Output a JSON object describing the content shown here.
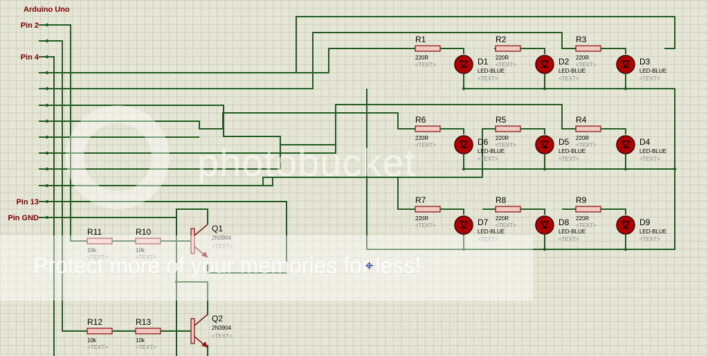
{
  "board": {
    "title": "Arduino Uno",
    "pins": [
      {
        "label": "Pin 2"
      },
      {
        "label": "Pin 4"
      },
      {
        "label": "Pin 13"
      },
      {
        "label": "Pin GND"
      }
    ]
  },
  "resistors": [
    {
      "ref": "R1",
      "value": "220R",
      "text": "<TEXT>"
    },
    {
      "ref": "R2",
      "value": "220R",
      "text": "<TEXT>"
    },
    {
      "ref": "R3",
      "value": "220R",
      "text": "<TEXT>"
    },
    {
      "ref": "R6",
      "value": "220R",
      "text": "<TEXT>"
    },
    {
      "ref": "R5",
      "value": "220R",
      "text": "<TEXT>"
    },
    {
      "ref": "R4",
      "value": "220R",
      "text": "<TEXT>"
    },
    {
      "ref": "R7",
      "value": "220R",
      "text": "<TEXT>"
    },
    {
      "ref": "R8",
      "value": "220R",
      "text": "<TEXT>"
    },
    {
      "ref": "R9",
      "value": "220R",
      "text": "<TEXT>"
    },
    {
      "ref": "R11",
      "value": "10k",
      "text": "<TEXT>"
    },
    {
      "ref": "R10",
      "value": "10k",
      "text": "<TEXT>"
    },
    {
      "ref": "R12",
      "value": "10k",
      "text": "<TEXT>"
    },
    {
      "ref": "R13",
      "value": "10k",
      "text": "<TEXT>"
    }
  ],
  "leds": [
    {
      "ref": "D1",
      "value": "LED-BLUE",
      "text": "<TEXT>"
    },
    {
      "ref": "D2",
      "value": "LED-BLUE",
      "text": "<TEXT>"
    },
    {
      "ref": "D3",
      "value": "LED-BLUE",
      "text": "<TEXT>"
    },
    {
      "ref": "D6",
      "value": "LED-BLUE",
      "text": "<TEXT>"
    },
    {
      "ref": "D5",
      "value": "LED-BLUE",
      "text": "<TEXT>"
    },
    {
      "ref": "D4",
      "value": "LED-BLUE",
      "text": "<TEXT>"
    },
    {
      "ref": "D7",
      "value": "LED-BLUE",
      "text": "<TEXT>"
    },
    {
      "ref": "D8",
      "value": "LED-BLUE",
      "text": "<TEXT>"
    },
    {
      "ref": "D9",
      "value": "LED-BLUE",
      "text": "<TEXT>"
    }
  ],
  "transistors": [
    {
      "ref": "Q1",
      "value": "2N3904",
      "text": "<TEXT>"
    },
    {
      "ref": "Q2",
      "value": "2N3904",
      "text": "<TEXT>"
    }
  ],
  "watermark": {
    "logo": "photobucket",
    "tagline": "Protect more of your memories for less!"
  },
  "colors": {
    "wire": "#1f5a1f",
    "component": "#8b1a1a",
    "led_fill": "#b00000",
    "label_text": "#000000",
    "value_text": "#000000",
    "placeholder_text": "#8a8a8a",
    "pin_label": "#800000",
    "grid_background": "#e6e6d6"
  }
}
